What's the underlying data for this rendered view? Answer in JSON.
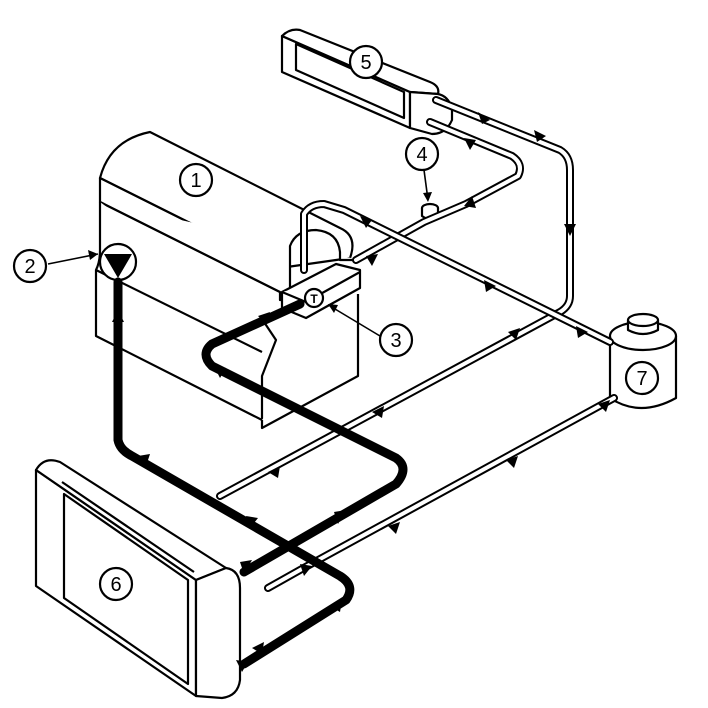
{
  "labels": {
    "engine": "1",
    "water_pump": "2",
    "thermostat": "3",
    "bleed_valve": "4",
    "heater_core": "5",
    "radiator": "6",
    "expansion_tank": "7"
  },
  "thermostat_symbol": "T",
  "colors": {
    "line": "#000000",
    "background": "#ffffff"
  },
  "icons": [
    "pump-triangle-icon",
    "thermostat-icon",
    "flow-arrow-icon"
  ]
}
